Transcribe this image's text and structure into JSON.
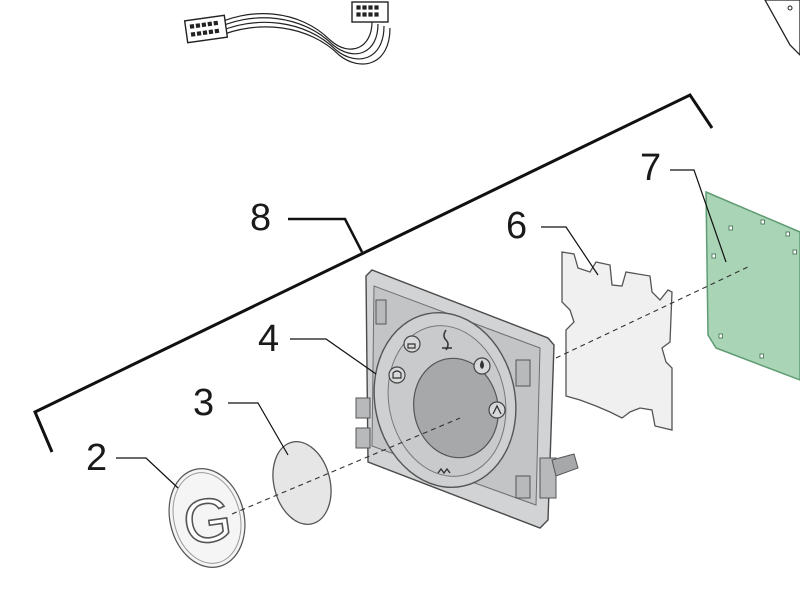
{
  "callouts": [
    {
      "id": "2",
      "label": "2"
    },
    {
      "id": "3",
      "label": "3"
    },
    {
      "id": "4",
      "label": "4"
    },
    {
      "id": "6",
      "label": "6"
    },
    {
      "id": "7",
      "label": "7"
    },
    {
      "id": "8",
      "label": "8"
    }
  ],
  "parts": {
    "badge": {
      "glyph": "G"
    }
  },
  "colors": {
    "line": "#111111",
    "panel_fill": "#c9cacb",
    "panel_dark": "#a7a8aa",
    "gasket_fill": "#f0f0f0",
    "lens_fill": "#e6e6e6",
    "pcb_fill": "#a9d4b5",
    "pcb_edge": "#5f9c73"
  },
  "icons": [
    "cable-connector-icon",
    "steam-icon",
    "coffee-cup-icon",
    "water-drop-icon",
    "hot-cup-icon",
    "power-level-icon"
  ]
}
